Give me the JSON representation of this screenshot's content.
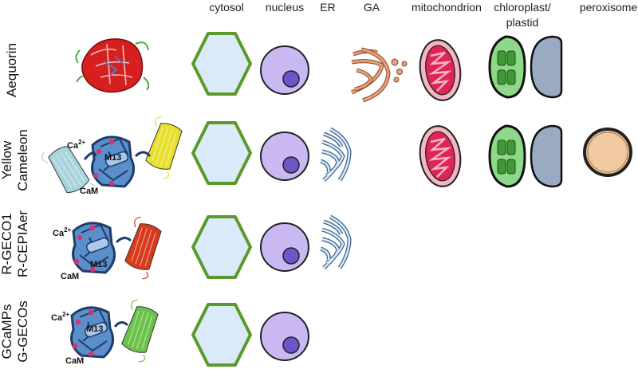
{
  "columns": {
    "cytosol": "cytosol",
    "nucleus": "nucleus",
    "er": "ER",
    "ga": "GA",
    "mitochondrion": "mitochondrion",
    "plastid_line1": "chloroplast/",
    "plastid_line2": "plastid",
    "peroxisome": "peroxisome"
  },
  "rows": {
    "aequorin": "Aequorin",
    "yc_line1": "Yellow",
    "yc_line2": "Cameleon",
    "rgeco_line1": "R-GECO1",
    "rgeco_line2": "R-CEPIAer",
    "gcamp_line1": "GCaMPs",
    "gcamp_line2": "G-GECOs"
  },
  "protein_labels": {
    "ca": "Ca",
    "ca_sup": "2+",
    "m13": "M13",
    "cam": "CaM"
  },
  "colors": {
    "cytosol_fill": "#dbeaf8",
    "cytosol_stroke": "#5a9a2a",
    "nucleus_fill": "#c9b8f2",
    "nucleolus_fill": "#6e55c8",
    "er_stroke": "#6a94c4",
    "ga_fill": "#e8a07a",
    "mito_outer": "#f4b6c0",
    "mito_inner": "#e0245a",
    "chloroplast_fill": "#8fd88a",
    "plastid_fill": "#9aaac2",
    "peroxisome_fill": "#f0c9a0",
    "cam_blue": "#5b8fcb",
    "yfp_yellow": "#e8e02a",
    "cfp_cyan": "#a8d4dc",
    "rfp_red": "#d83a1c",
    "gfp_green": "#6cc24a"
  },
  "presence": {
    "aequorin": [
      "cytosol",
      "nucleus",
      "GA",
      "mitochondrion",
      "chloroplast/plastid"
    ],
    "yellow_cameleon": [
      "cytosol",
      "nucleus",
      "ER",
      "mitochondrion",
      "chloroplast/plastid",
      "peroxisome"
    ],
    "r_geco1": [
      "cytosol",
      "nucleus",
      "ER"
    ],
    "gcamps": [
      "cytosol",
      "nucleus"
    ]
  }
}
